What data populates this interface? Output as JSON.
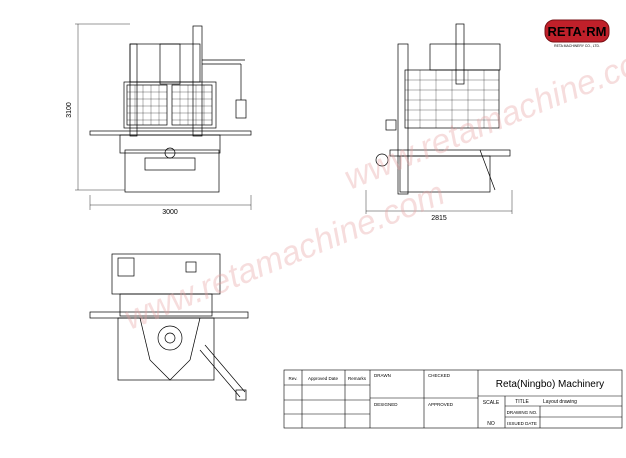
{
  "logo": {
    "brand": "RETA·RM",
    "tagline": "RETA MACHINERY CO., LTD.",
    "colors": {
      "red": "#c0202a",
      "white": "#ffffff"
    }
  },
  "views": {
    "front": {
      "height_dim": "3100",
      "width_dim": "3000"
    },
    "side": {
      "width_dim": "2815"
    },
    "top": {}
  },
  "watermark": "www.retamachine.com",
  "title_block": {
    "col_rev": "Rev.",
    "col_approved_date": "Approved Date",
    "col_remarks": "Remarks",
    "drawn": "DRAWN",
    "checked": "CHECKED",
    "designed": "DESIGNED",
    "approved": "APPROVED",
    "company": "Reta(Ningbo) Machinery",
    "scale": "SCALE",
    "title_label": "TITLE",
    "title_value": "Layout drawing",
    "drawing_no": "DRAWING NO.",
    "issued_date": "ISSUED DATE",
    "scale_value": "NO"
  },
  "colors": {
    "line": "#000000",
    "watermark": "#e8a0a0"
  }
}
